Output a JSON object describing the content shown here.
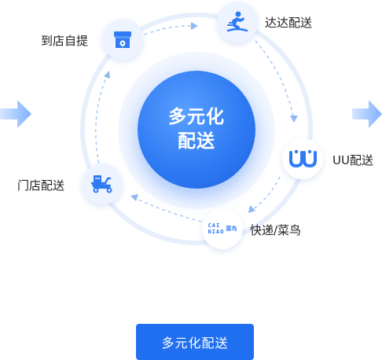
{
  "hub": {
    "title": "多元化配送"
  },
  "nodes": {
    "store_pickup": {
      "label": "到店自提",
      "icon": "storefront-icon"
    },
    "dada": {
      "label": "达达配送",
      "icon": "delivery-rider-icon"
    },
    "uu": {
      "label": "UU配送",
      "icon": "uu-logo-icon",
      "logo_text": "UU"
    },
    "express_cainiao": {
      "label": "快递/菜鸟",
      "icon": "cainiao-logo-icon",
      "logo_line1": "CAI",
      "logo_line2": "NIAO",
      "logo_cn": "菜鸟"
    },
    "store_delivery": {
      "label": "门店配送",
      "icon": "delivery-scooter-icon"
    }
  },
  "button": {
    "label": "多元化配送"
  },
  "colors": {
    "primary": "#1f6ff0",
    "ring": "#e7effc",
    "arrow": "#a9c8f7"
  }
}
